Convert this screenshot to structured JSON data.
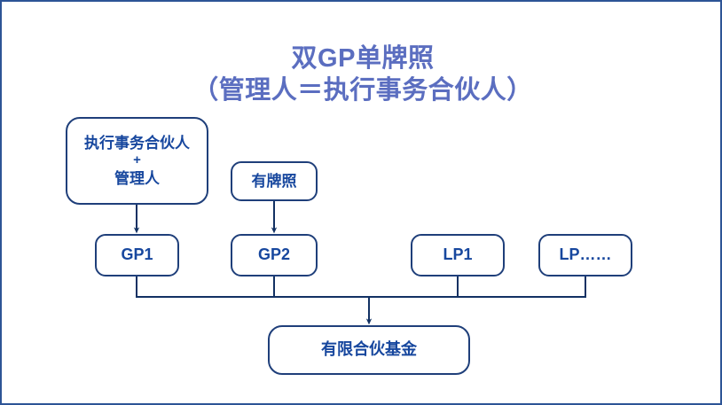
{
  "diagram": {
    "title_line1": "双GP单牌照",
    "title_line2": "（管理人＝执行事务合伙人）",
    "title_text": "双GP单牌照\n（管理人＝执行事务合伙人）",
    "colors": {
      "frame_border": "#2d5496",
      "title_text": "#5b6ec0",
      "node_border": "#1f3f7a",
      "node_text": "#17479e",
      "connector": "#123163",
      "background": "#ffffff"
    },
    "nodes": {
      "lead": {
        "line1": "执行事务合伙人",
        "plus": "+",
        "line2": "管理人"
      },
      "license": {
        "label": "有牌照"
      },
      "gp1": {
        "label": "GP1"
      },
      "gp2": {
        "label": "GP2"
      },
      "lp1": {
        "label": "LP1"
      },
      "lpn": {
        "label": "LP……"
      },
      "fund": {
        "label": "有限合伙基金"
      }
    },
    "connectors": [
      {
        "name": "lead-to-gp1",
        "from": "lead",
        "to": "gp1",
        "arrow": true
      },
      {
        "name": "license-to-gp2",
        "from": "license",
        "to": "gp2",
        "arrow": true
      },
      {
        "name": "gp1-to-bus",
        "from": "gp1",
        "to": "bus",
        "arrow": false
      },
      {
        "name": "gp2-to-bus",
        "from": "gp2",
        "to": "bus",
        "arrow": false
      },
      {
        "name": "lp1-to-bus",
        "from": "lp1",
        "to": "bus",
        "arrow": false
      },
      {
        "name": "lpn-to-bus",
        "from": "lpn",
        "to": "bus",
        "arrow": false
      },
      {
        "name": "bus-to-fund",
        "from": "bus",
        "to": "fund",
        "arrow": true
      }
    ]
  }
}
